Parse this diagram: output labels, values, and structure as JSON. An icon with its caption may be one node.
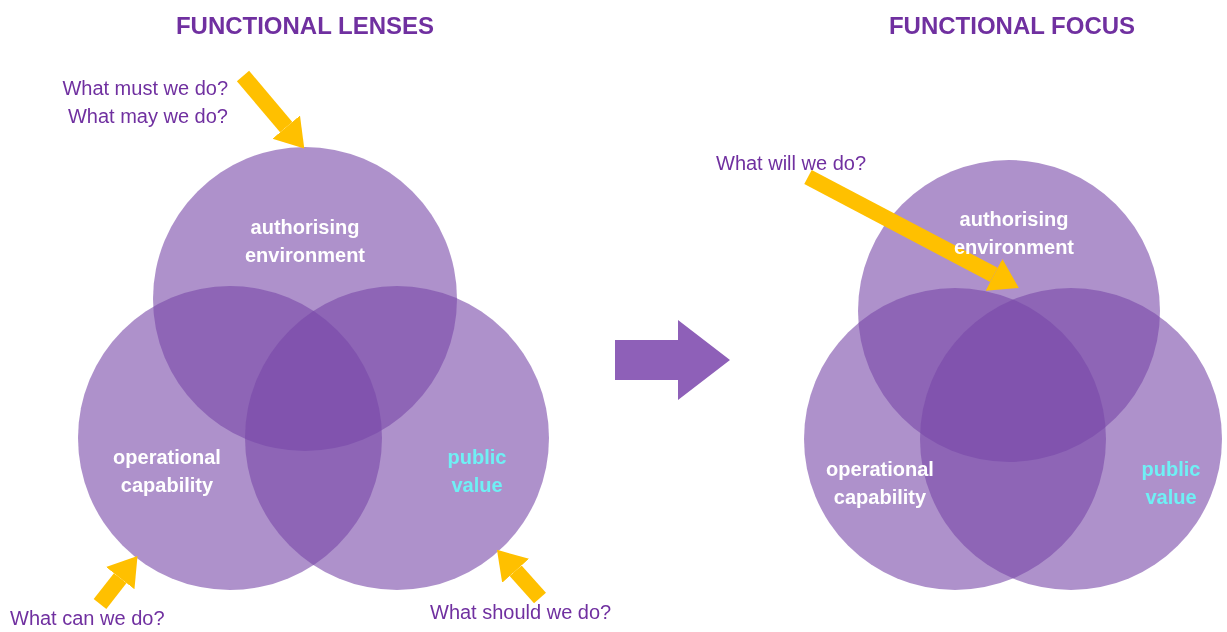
{
  "diagram": {
    "nodes": [
      {
        "text": [
          "authorising environment"
        ]
      },
      {
        "text": [
          "operational capability"
        ]
      },
      {
        "text": [
          "public value"
        ]
      },
      {
        "text": [
          "What must we do? What may we do?"
        ]
      },
      {
        "text": [
          "What can we do?"
        ]
      },
      {
        "text": [
          "What should we do?"
        ]
      },
      {
        "text": [
          "authorising environment"
        ]
      },
      {
        "text": [
          "operational capability"
        ]
      },
      {
        "text": [
          "public value"
        ]
      },
      {
        "text": [
          "What will we do?"
        ]
      }
    ],
    "edges": [
      {
        "from": 3,
        "to": 0,
        "arrow": "to"
      },
      {
        "from": 4,
        "to": 1,
        "arrow": "to"
      },
      {
        "from": 5,
        "to": 2,
        "arrow": "to"
      },
      {
        "from": 9,
        "to": 6,
        "arrow": "to"
      }
    ],
    "labels": [
      "FUNCTIONAL LENSES",
      "FUNCTIONAL FOCUS"
    ]
  }
}
